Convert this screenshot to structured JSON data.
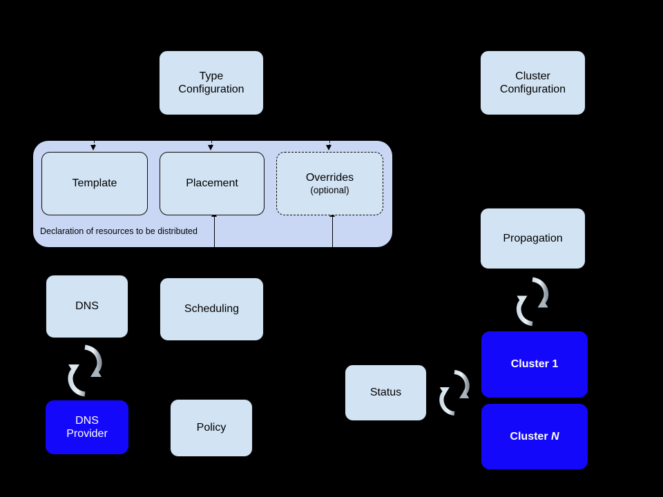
{
  "diagram": {
    "title": "Kubernetes Federation resource distribution diagram",
    "background_color": "#000000",
    "node_fill": "#d2e3f3",
    "container_fill": "#c9d7f5",
    "cluster_fill": "#1408fa",
    "cluster_text_color": "#ffffff",
    "stroke_color": "#000000"
  },
  "nodes": {
    "type_configuration": {
      "label": "Type\nConfiguration"
    },
    "cluster_configuration": {
      "label": "Cluster\nConfiguration"
    },
    "template": {
      "label": "Template"
    },
    "placement": {
      "label": "Placement"
    },
    "overrides": {
      "label": "Overrides",
      "sublabel": "(optional)"
    },
    "federated_caption": {
      "label": "Declaration of resources to be distributed"
    },
    "dns": {
      "label": "DNS"
    },
    "dns_provider": {
      "label": "DNS\nProvider"
    },
    "scheduling": {
      "label": "Scheduling"
    },
    "policy": {
      "label": "Policy"
    },
    "propagation": {
      "label": "Propagation"
    },
    "status": {
      "label": "Status"
    },
    "cluster_1": {
      "label_prefix": "Cluster ",
      "label_suffix": "1"
    },
    "cluster_n": {
      "label_prefix": "Cluster ",
      "label_suffix": "N"
    }
  },
  "icons": {
    "sync_dns": "sync-arrows-icon",
    "sync_propagation": "sync-arrows-icon",
    "sync_status": "sync-arrows-icon"
  },
  "connectors": [
    {
      "name": "type-configuration-to-template",
      "style": "dashed",
      "direction": "down"
    },
    {
      "name": "type-configuration-to-placement",
      "style": "dashed",
      "direction": "down"
    },
    {
      "name": "type-configuration-to-overrides",
      "style": "dashed",
      "direction": "down"
    },
    {
      "name": "scheduling-to-placement",
      "style": "solid",
      "direction": "up"
    },
    {
      "name": "scheduling-to-overrides",
      "style": "solid",
      "direction": "up"
    }
  ]
}
